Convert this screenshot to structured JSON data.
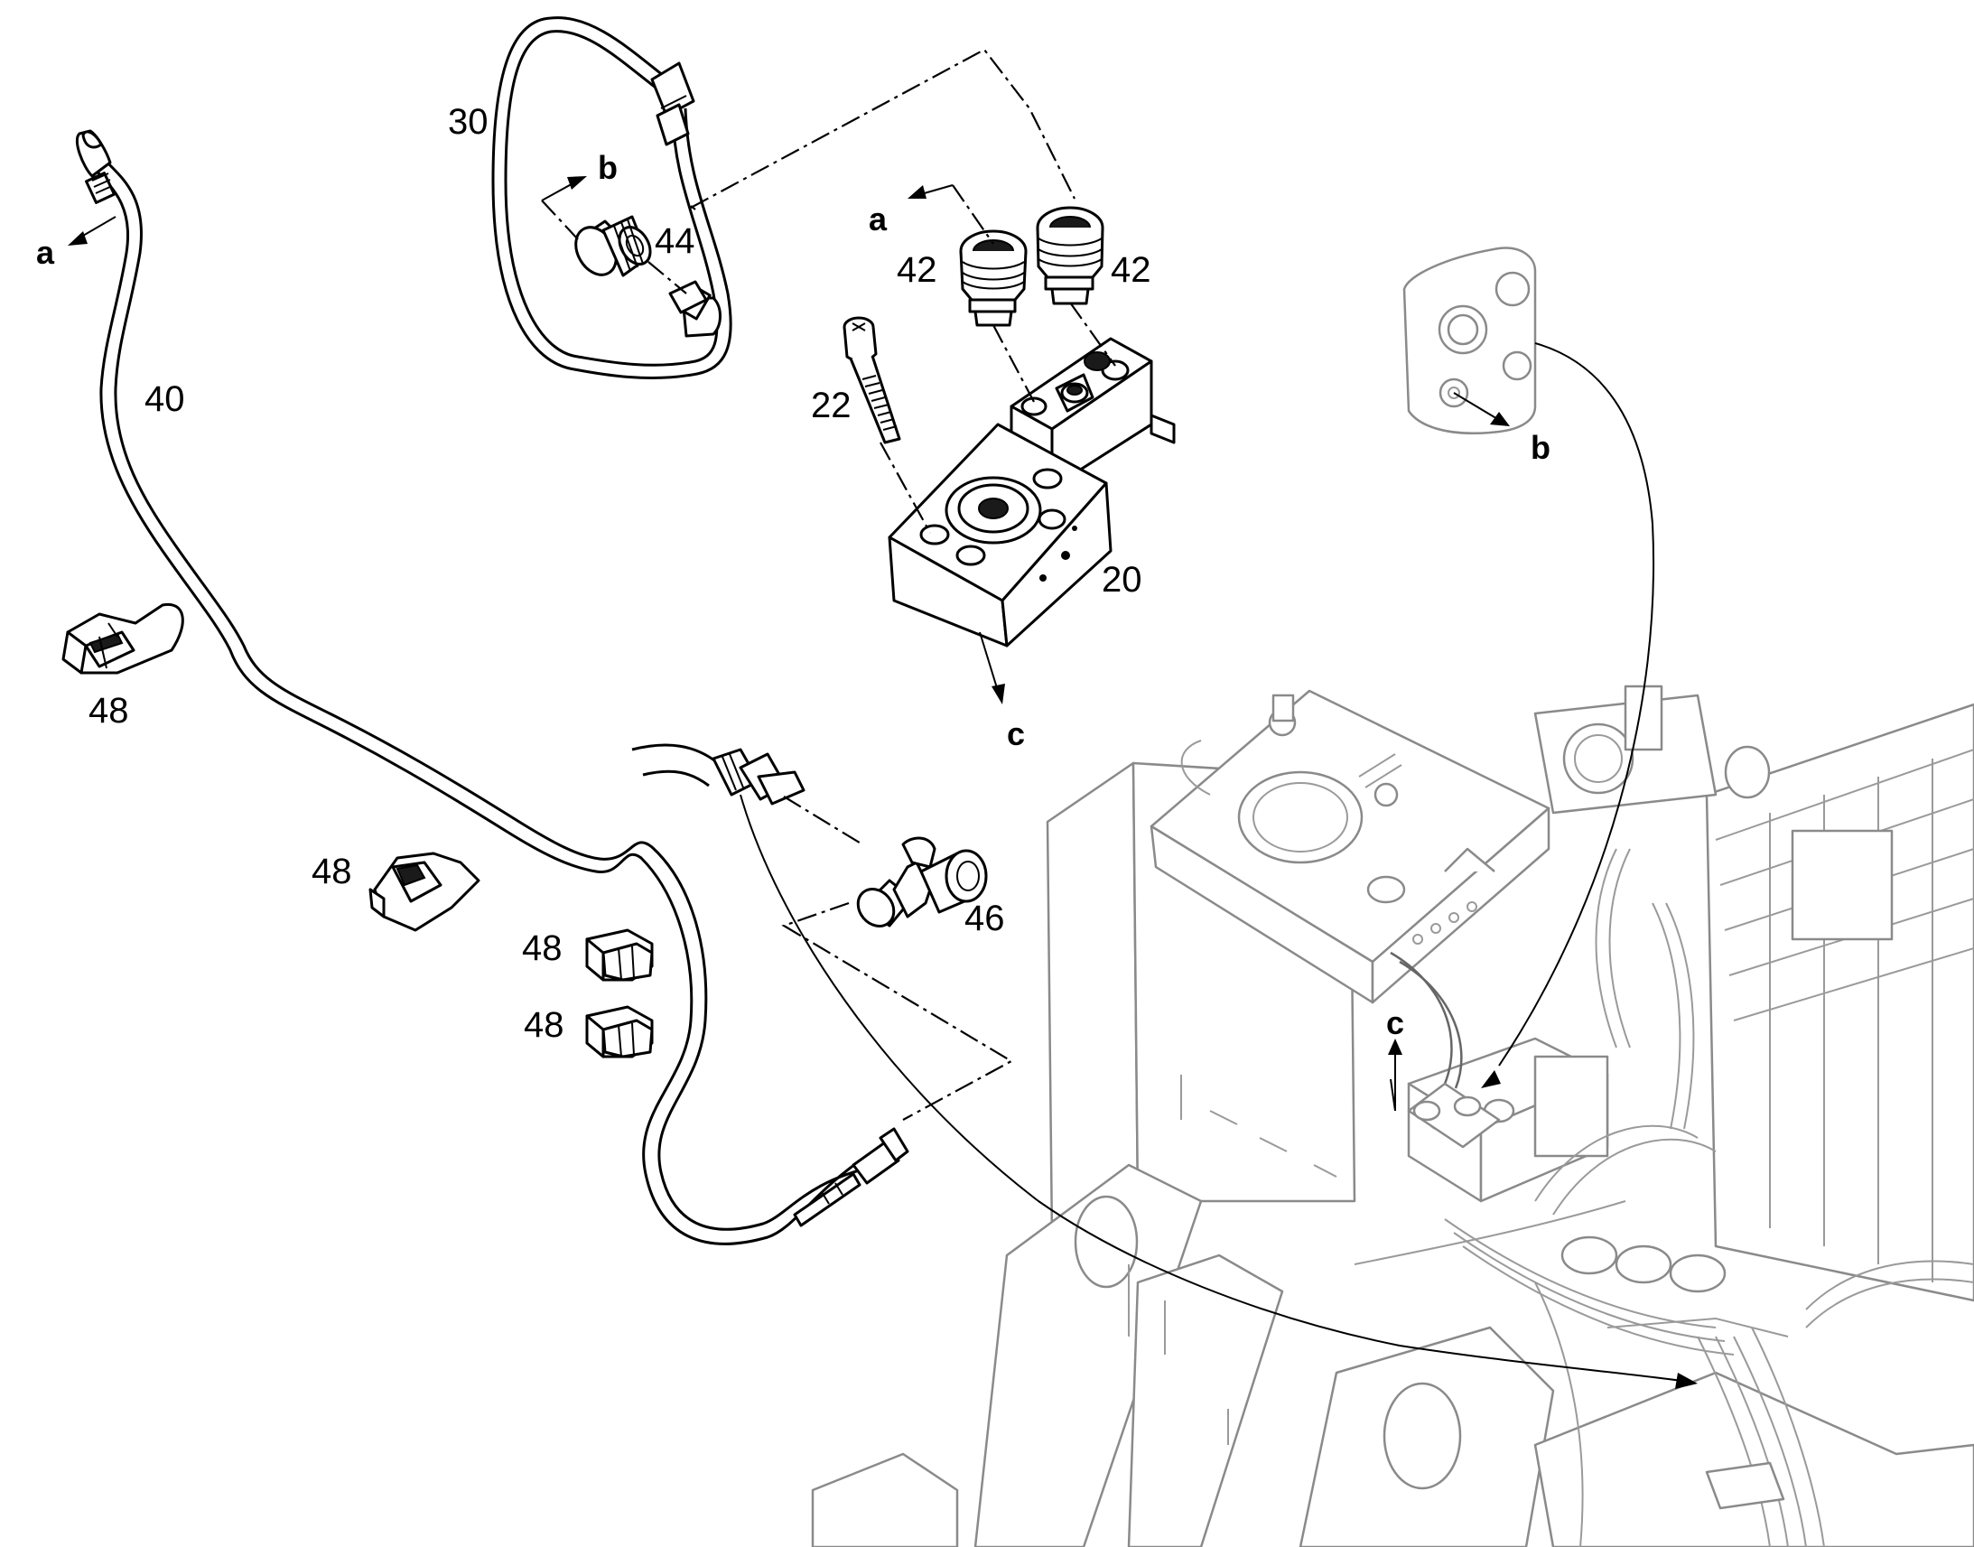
{
  "labels": {
    "p20": "20",
    "p22": "22",
    "p30": "30",
    "p40": "40",
    "p42a": "42",
    "p42b": "42",
    "p44": "44",
    "p46": "46",
    "p48a": "48",
    "p48b": "48",
    "p48c": "48",
    "p48d": "48"
  },
  "refs": {
    "a_hose40": "a",
    "a_block": "a",
    "b_fitting44": "b",
    "b_plate": "b",
    "c_block": "c",
    "c_machine": "c"
  }
}
